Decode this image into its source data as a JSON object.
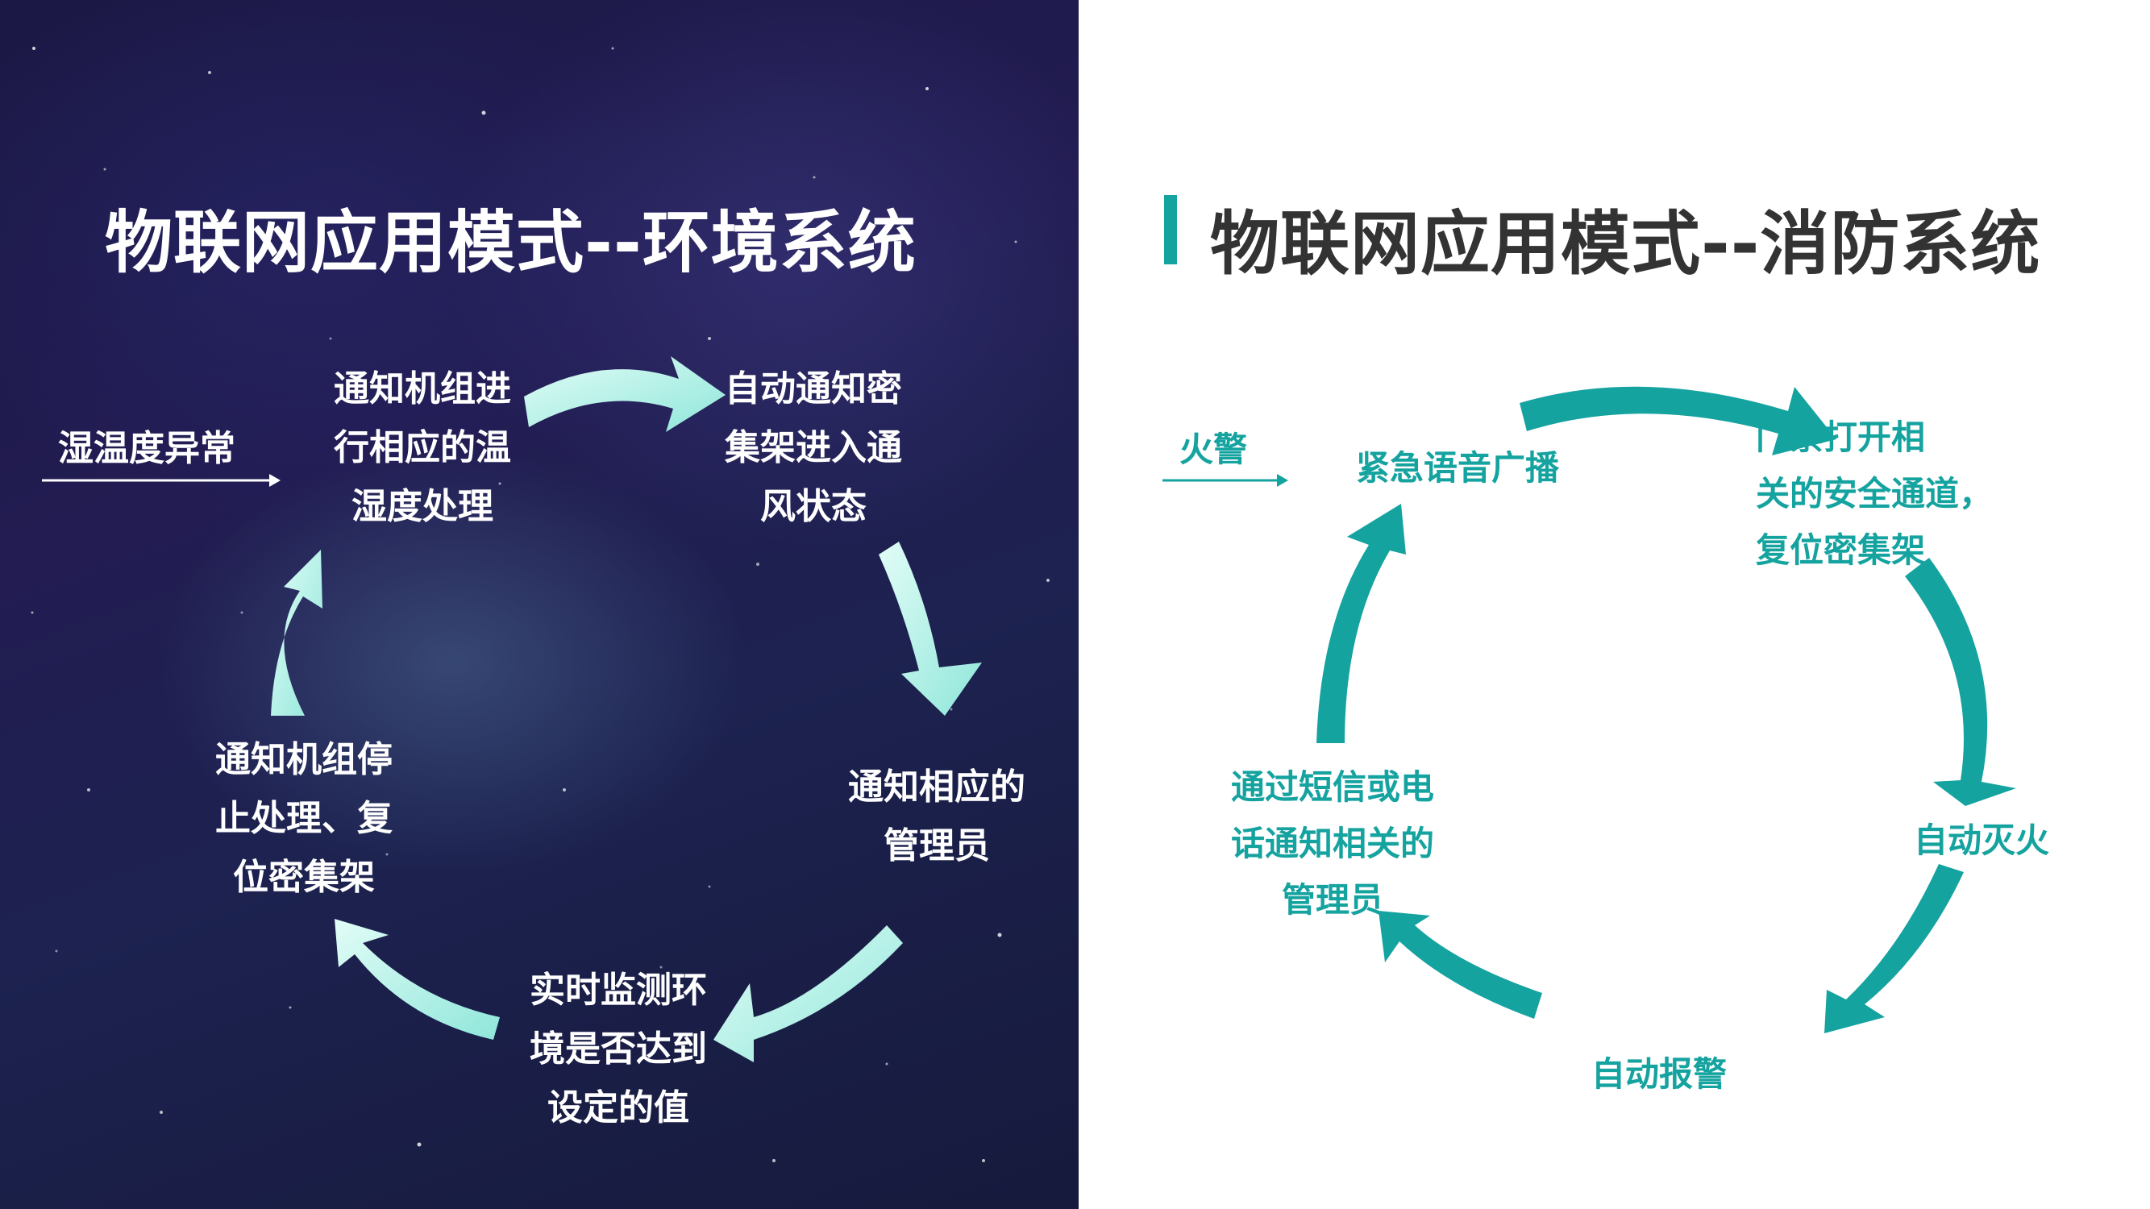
{
  "env_system": {
    "title": "物联网应用模式--环境系统",
    "trigger": "湿温度异常",
    "nodes": [
      "通知机组进\n行相应的温\n湿度处理",
      "自动通知密\n集架进入通\n风状态",
      "通知相应的\n管理员",
      "实时监测环\n境是否达到\n设定的值",
      "通知机组停\n止处理、复\n位密集架"
    ]
  },
  "fire_system": {
    "title": "物联网应用模式--消防系统",
    "trigger": "火警",
    "nodes": [
      "紧急语音广播",
      "门禁打开相\n关的安全通道，\n复位密集架",
      "自动灭火",
      "自动报警",
      "通过短信或电\n话通知相关的\n管理员"
    ]
  },
  "colors": {
    "teal": "#15a3a0",
    "left_arrow_light": "#d4fbf3",
    "left_arrow_dark": "#8fe6da"
  }
}
